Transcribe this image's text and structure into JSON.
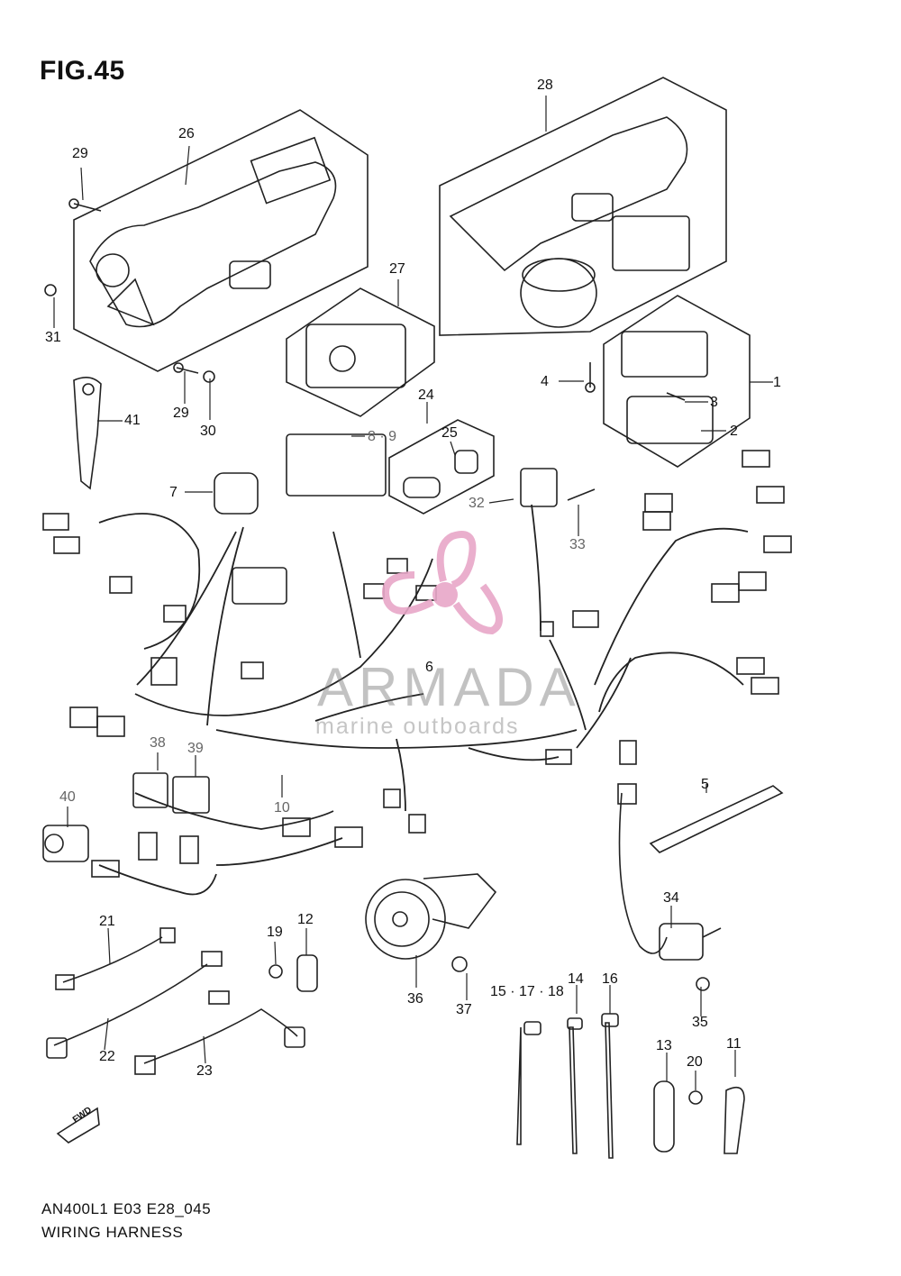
{
  "figure": {
    "title": "FIG.45"
  },
  "footer": {
    "code": "AN400L1 E03 E28_045",
    "caption": "WIRING HARNESS"
  },
  "watermark": {
    "brand": "ARMADA",
    "tagline": "marine outboards",
    "color": "#e8a7c8"
  },
  "callouts": {
    "c1": "1",
    "c2": "2",
    "c3": "3",
    "c4": "4",
    "c5": "5",
    "c6": "6",
    "c7": "7",
    "c8_9": "8 · 9",
    "c10": "10",
    "c11": "11",
    "c12": "12",
    "c13": "13",
    "c14": "14",
    "c15_17_18": "15 · 17 · 18",
    "c16": "16",
    "c19": "19",
    "c20": "20",
    "c21": "21",
    "c22": "22",
    "c23": "23",
    "c24": "24",
    "c25": "25",
    "c26": "26",
    "c27": "27",
    "c28": "28",
    "c29a": "29",
    "c29b": "29",
    "c30": "30",
    "c31": "31",
    "c32": "32",
    "c33": "33",
    "c34": "34",
    "c35": "35",
    "c36": "36",
    "c37": "37",
    "c38": "38",
    "c39": "39",
    "c40": "40",
    "c41": "41"
  },
  "direction_marker": {
    "label": "FWD"
  }
}
